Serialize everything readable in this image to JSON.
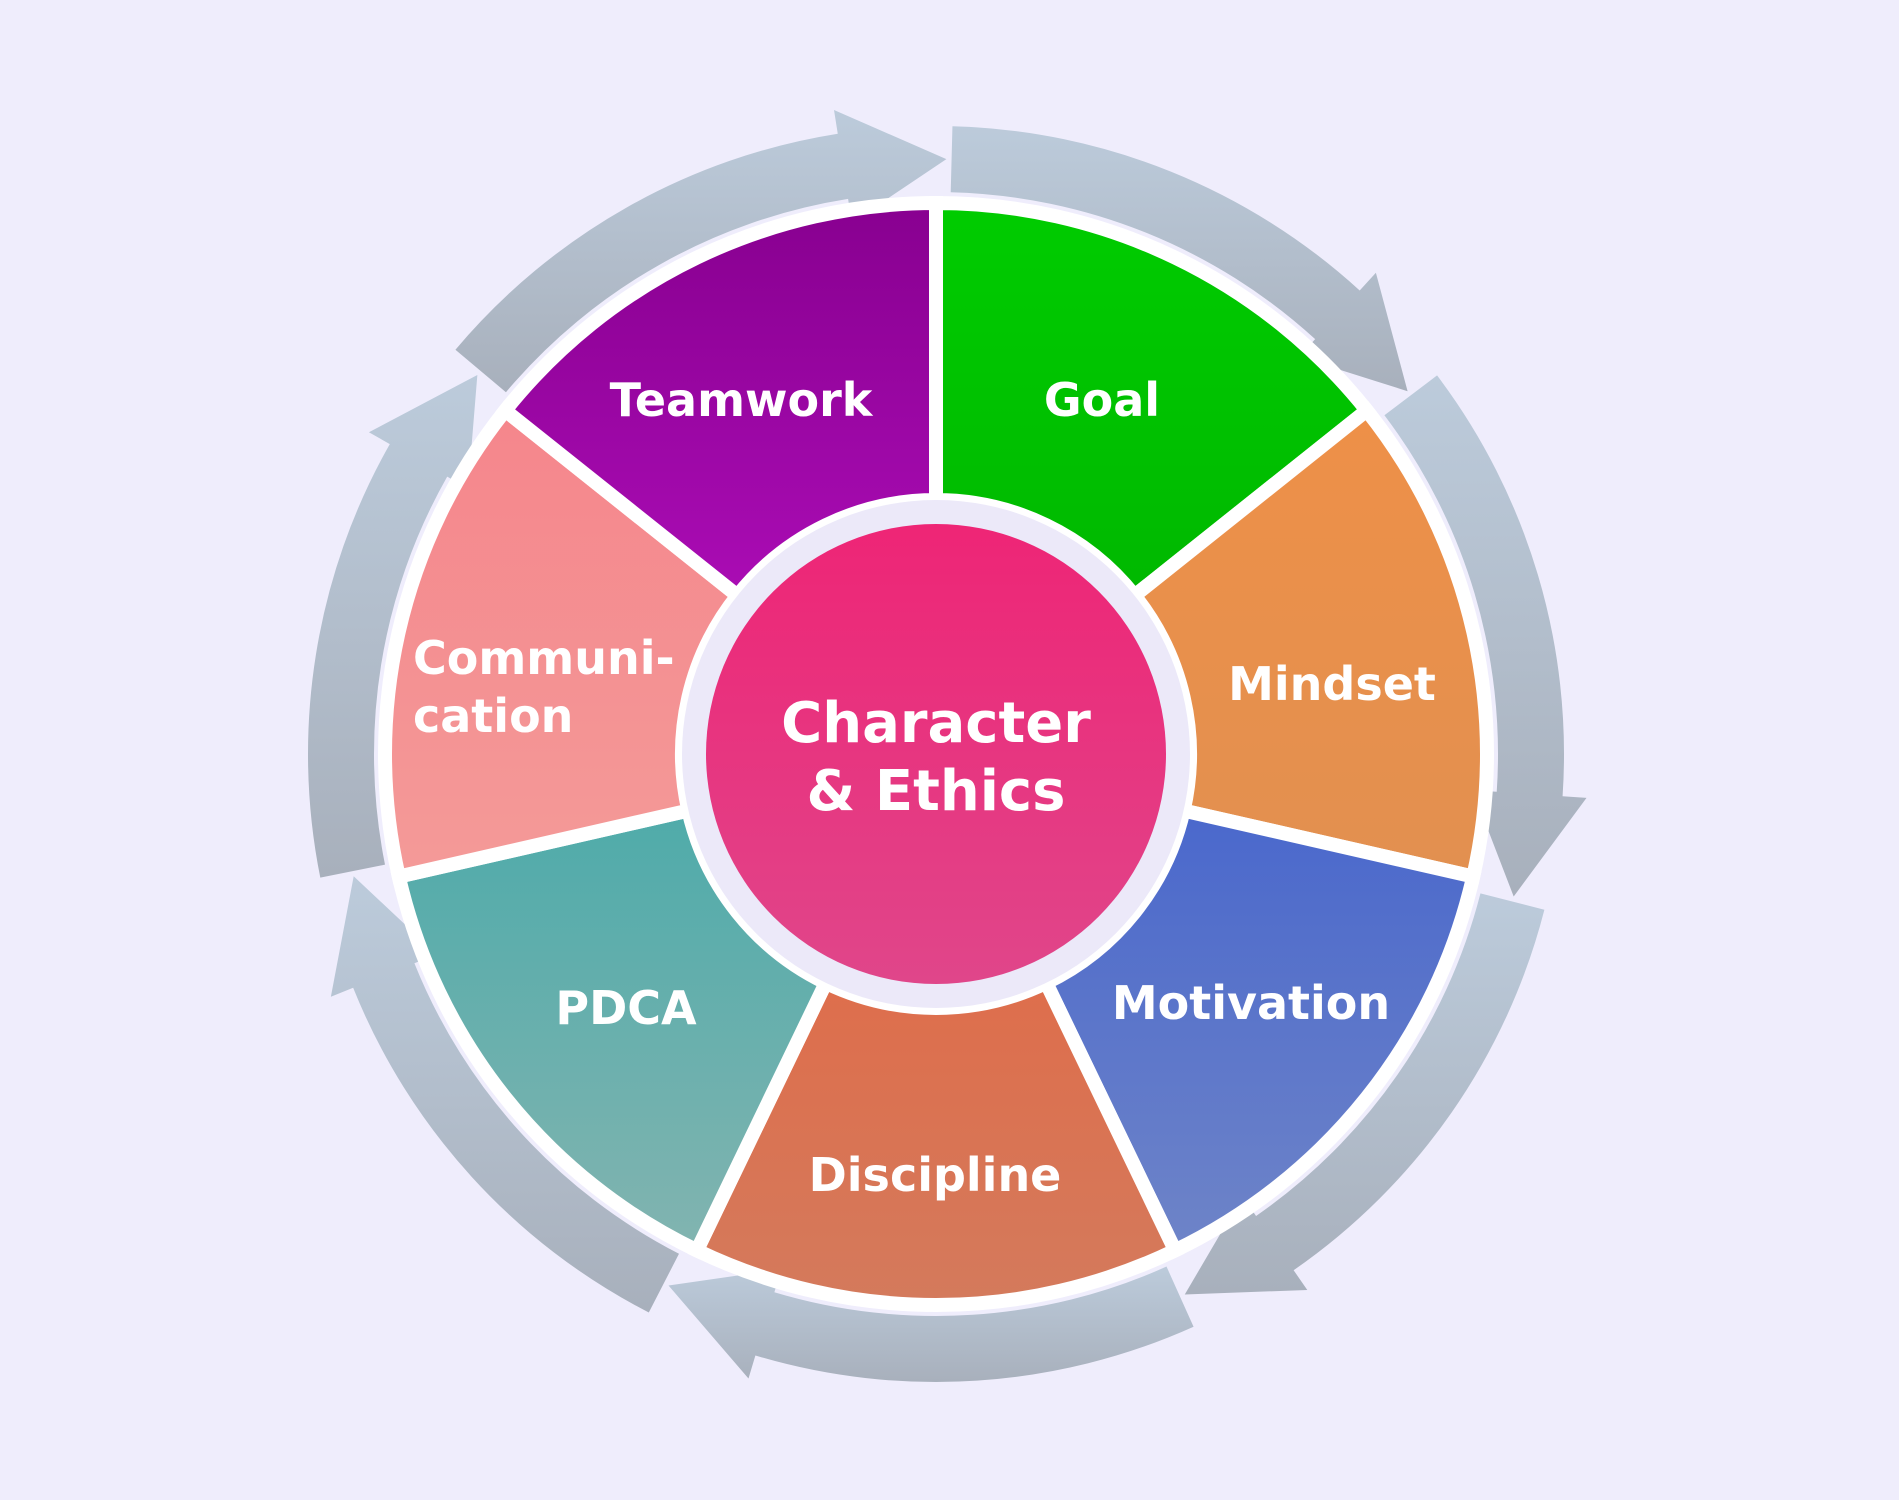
{
  "center": {
    "line1": "Character",
    "line2": "& Ethics",
    "color_top": "#ee2576",
    "color_bottom": "#e0468a"
  },
  "segments": [
    {
      "lines": [
        "Goal"
      ],
      "color_a": "#00cc00",
      "color_b": "#00b800"
    },
    {
      "lines": [
        "Mindset"
      ],
      "color_a": "#ee9048",
      "color_b": "#e29050"
    },
    {
      "lines": [
        "Motivation"
      ],
      "color_a": "#4a68cc",
      "color_b": "#6e84c8"
    },
    {
      "lines": [
        "Discipline"
      ],
      "color_a": "#de6e4c",
      "color_b": "#d47a5c"
    },
    {
      "lines": [
        "PDCA"
      ],
      "color_a": "#4fabaa",
      "color_b": "#82b4b0"
    },
    {
      "lines": [
        "Communi-",
        "cation"
      ],
      "color_a": "#f5868c",
      "color_b": "#f49a98"
    },
    {
      "lines": [
        "Teamwork"
      ],
      "color_a": "#880090",
      "color_b": "#aa0cb4"
    }
  ],
  "arrow_color": "#b2bfcf",
  "background": "#efedfc"
}
